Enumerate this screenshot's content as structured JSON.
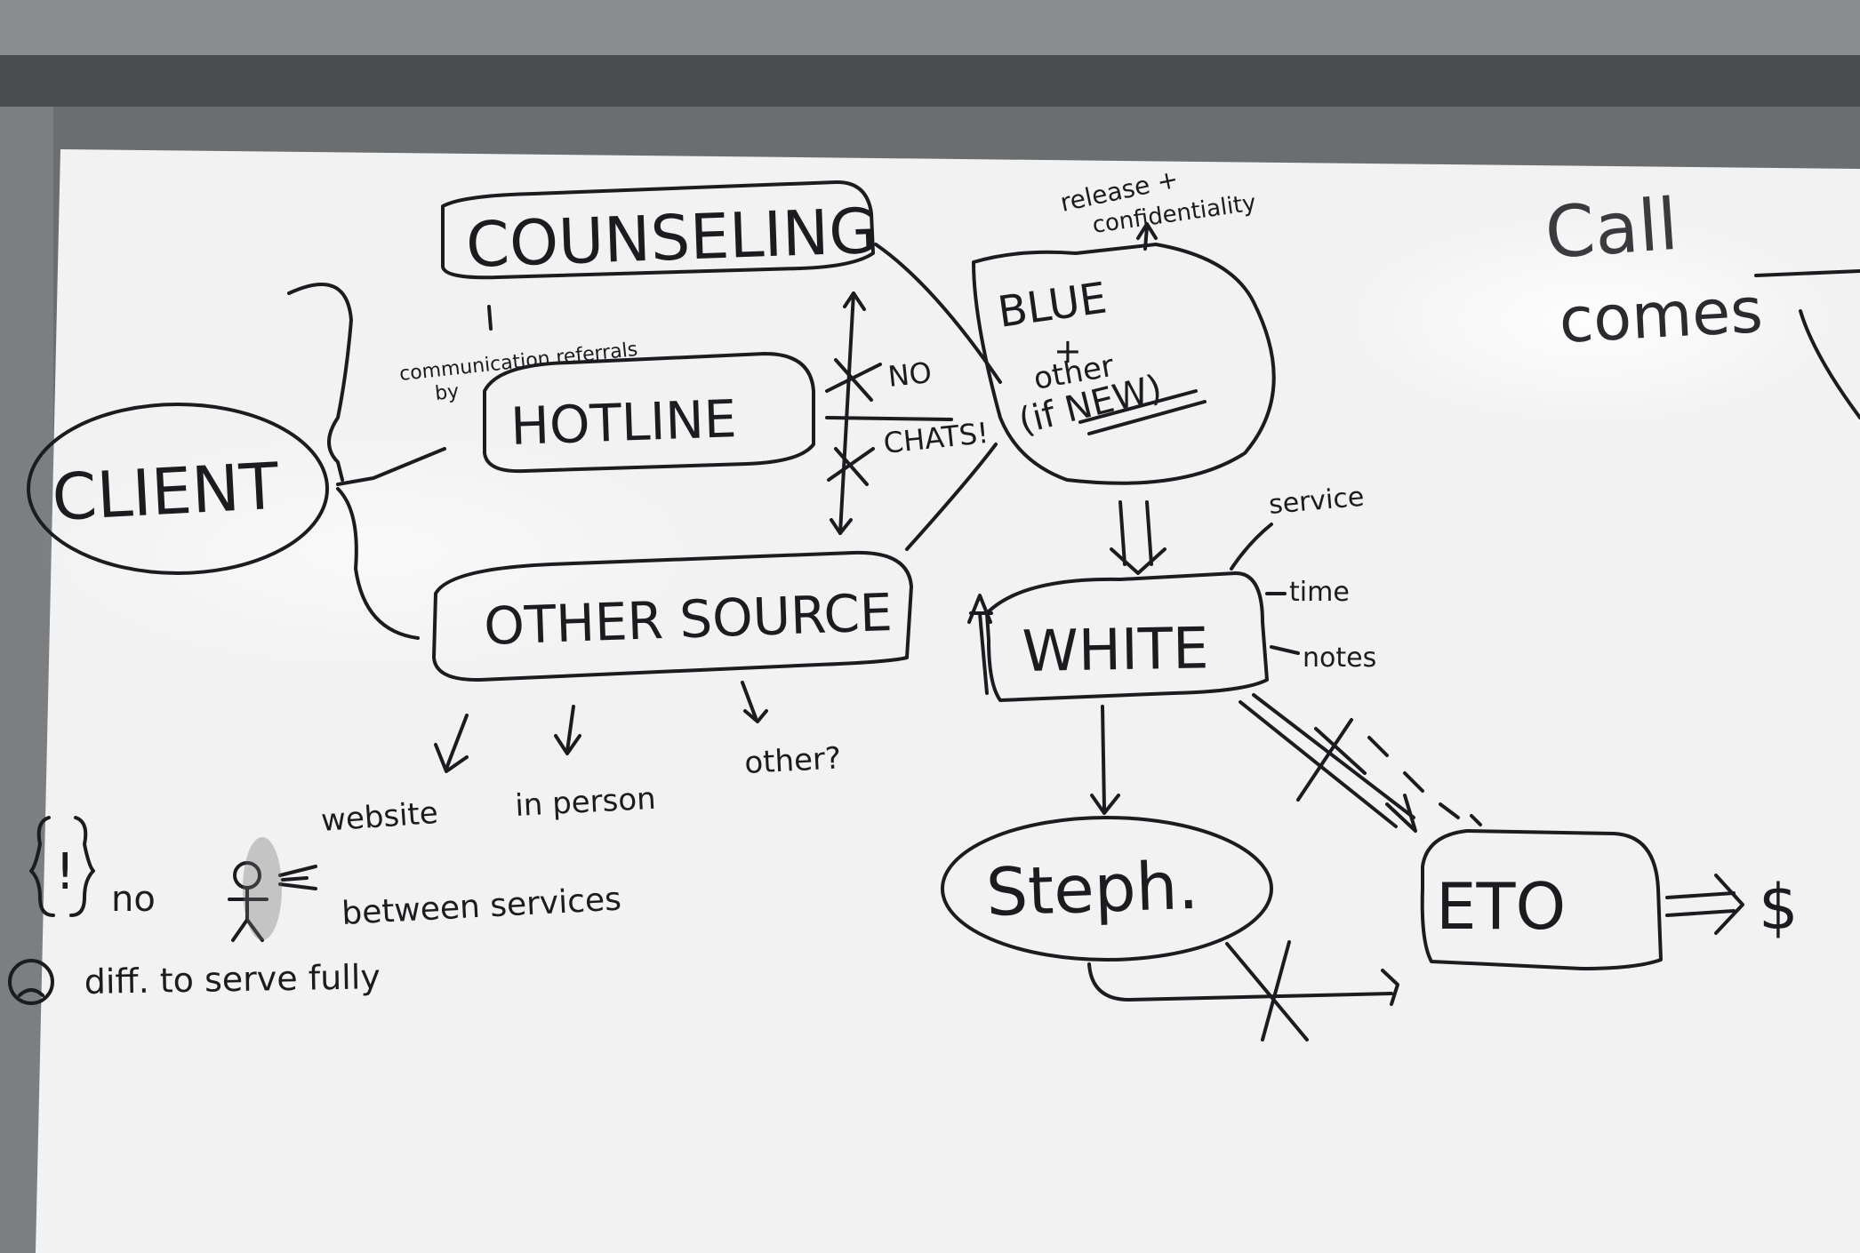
{
  "colors": {
    "board": "#f2f3f2",
    "ink": "#1b1c1f",
    "frame": "#6d7072",
    "frame_dark": "#3c3e40"
  },
  "board": {
    "counseling": "COUNSELING",
    "hotline": "HOTLINE",
    "client": "CLIENT",
    "other_source": "OTHER SOURCE",
    "blue": "BLUE",
    "plus": "+",
    "other": "other",
    "if_new": "(if NEW)",
    "release": "release +",
    "confidentiality": "confidentiality",
    "no": "NO",
    "chats": "CHATS!",
    "communication_referrals": "communication referrals",
    "by": "by",
    "white": "WHITE",
    "service": "service",
    "time": "time",
    "notes": "notes",
    "website": "website",
    "in_person": "in person",
    "other_q": "other?",
    "steph": "Steph.",
    "eto": "ETO",
    "dollar": "$",
    "no_between": "no",
    "between_services": "between services",
    "diff": "diff. to serve fully",
    "call": "Call",
    "comes": "comes"
  }
}
